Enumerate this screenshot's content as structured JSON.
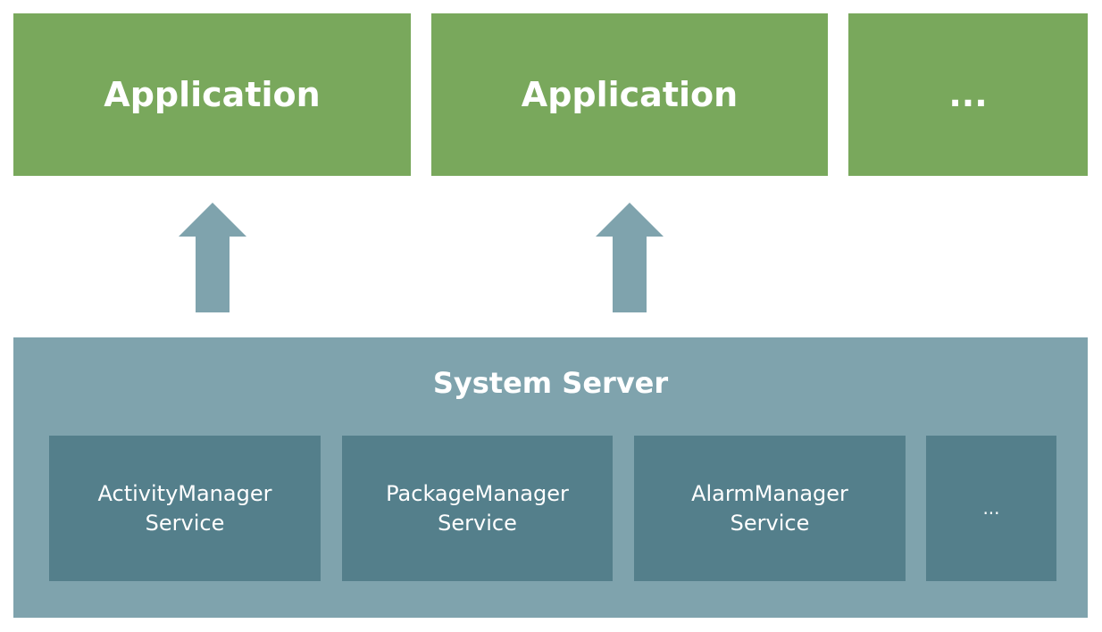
{
  "colors": {
    "application": "#79a85c",
    "server": "#7fa3ad",
    "service": "#547f8b",
    "arrow": "#7fa3ad",
    "text": "#ffffff"
  },
  "applications": [
    {
      "label": "Application"
    },
    {
      "label": "Application"
    },
    {
      "label": "..."
    }
  ],
  "system_server": {
    "title": "System Server",
    "services": [
      {
        "line1": "ActivityManager",
        "line2": "Service"
      },
      {
        "line1": "PackageManager",
        "line2": "Service"
      },
      {
        "line1": "AlarmManager",
        "line2": "Service"
      },
      {
        "line1": "...",
        "line2": ""
      }
    ]
  },
  "arrows": [
    {
      "from": "System Server",
      "to": "Application",
      "direction": "up"
    },
    {
      "from": "System Server",
      "to": "Application",
      "direction": "up"
    }
  ]
}
